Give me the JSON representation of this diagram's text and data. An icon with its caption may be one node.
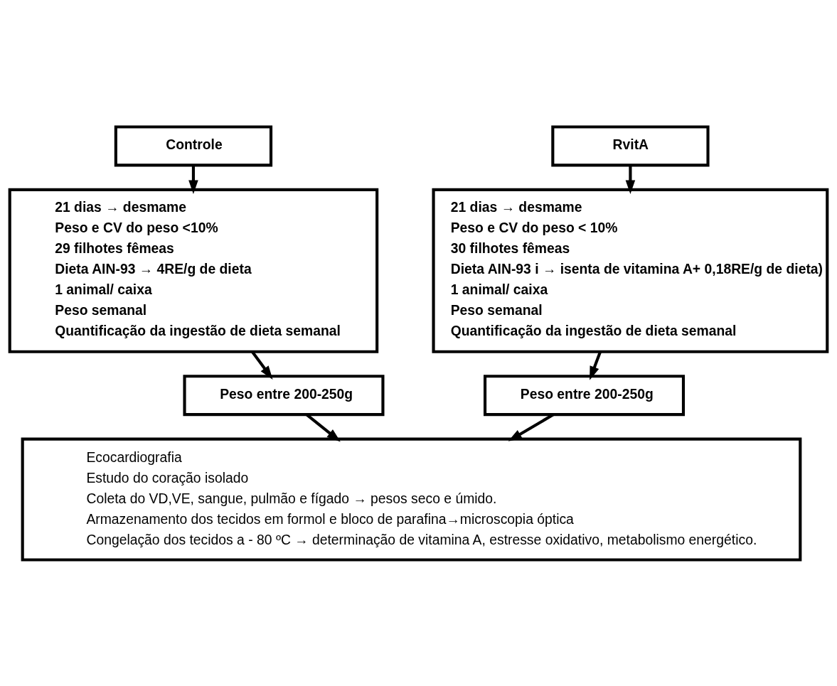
{
  "diagram": {
    "nodes": [
      {
        "text": [
          "Controle"
        ]
      },
      {
        "text": [
          "RvitA"
        ]
      },
      {
        "text": [
          "21 dias → desmame",
          "Peso e CV do peso <10%",
          "29 filhotes fêmeas",
          "Dieta AIN-93 → 4RE/g de dieta",
          "1 animal/ caixa",
          "Peso semanal",
          "Quantificação da ingestão de dieta semanal"
        ]
      },
      {
        "text": [
          "21 dias → desmame",
          "Peso e CV do peso < 10%",
          "30 filhotes fêmeas",
          "Dieta AIN-93 i → isenta de vitamina A+ 0,18RE/g de dieta)",
          "1 animal/ caixa",
          "Peso semanal",
          "Quantificação da ingestão de dieta semanal"
        ]
      },
      {
        "text": [
          "Peso entre 200-250g"
        ]
      },
      {
        "text": [
          "Peso entre 200-250g"
        ]
      },
      {
        "text": [
          "Ecocardiografia",
          "Estudo do coração isolado",
          "Coleta do VD,VE, sangue, pulmão e fígado → pesos seco e úmido.",
          "Armazenamento dos tecidos em formol e bloco de parafina→microscopia óptica",
          "Congelação dos tecidos a - 80 ºC → determinação de vitamina A, estresse oxidativo, metabolismo energético."
        ]
      }
    ],
    "edges": [
      {
        "from": 0,
        "to": 2,
        "arrow": "to"
      },
      {
        "from": 1,
        "to": 3,
        "arrow": "to"
      },
      {
        "from": 2,
        "to": 4,
        "arrow": "to"
      },
      {
        "from": 3,
        "to": 5,
        "arrow": "to"
      },
      {
        "from": 4,
        "to": 6,
        "arrow": "to"
      },
      {
        "from": 5,
        "to": 6,
        "arrow": "to"
      }
    ]
  }
}
